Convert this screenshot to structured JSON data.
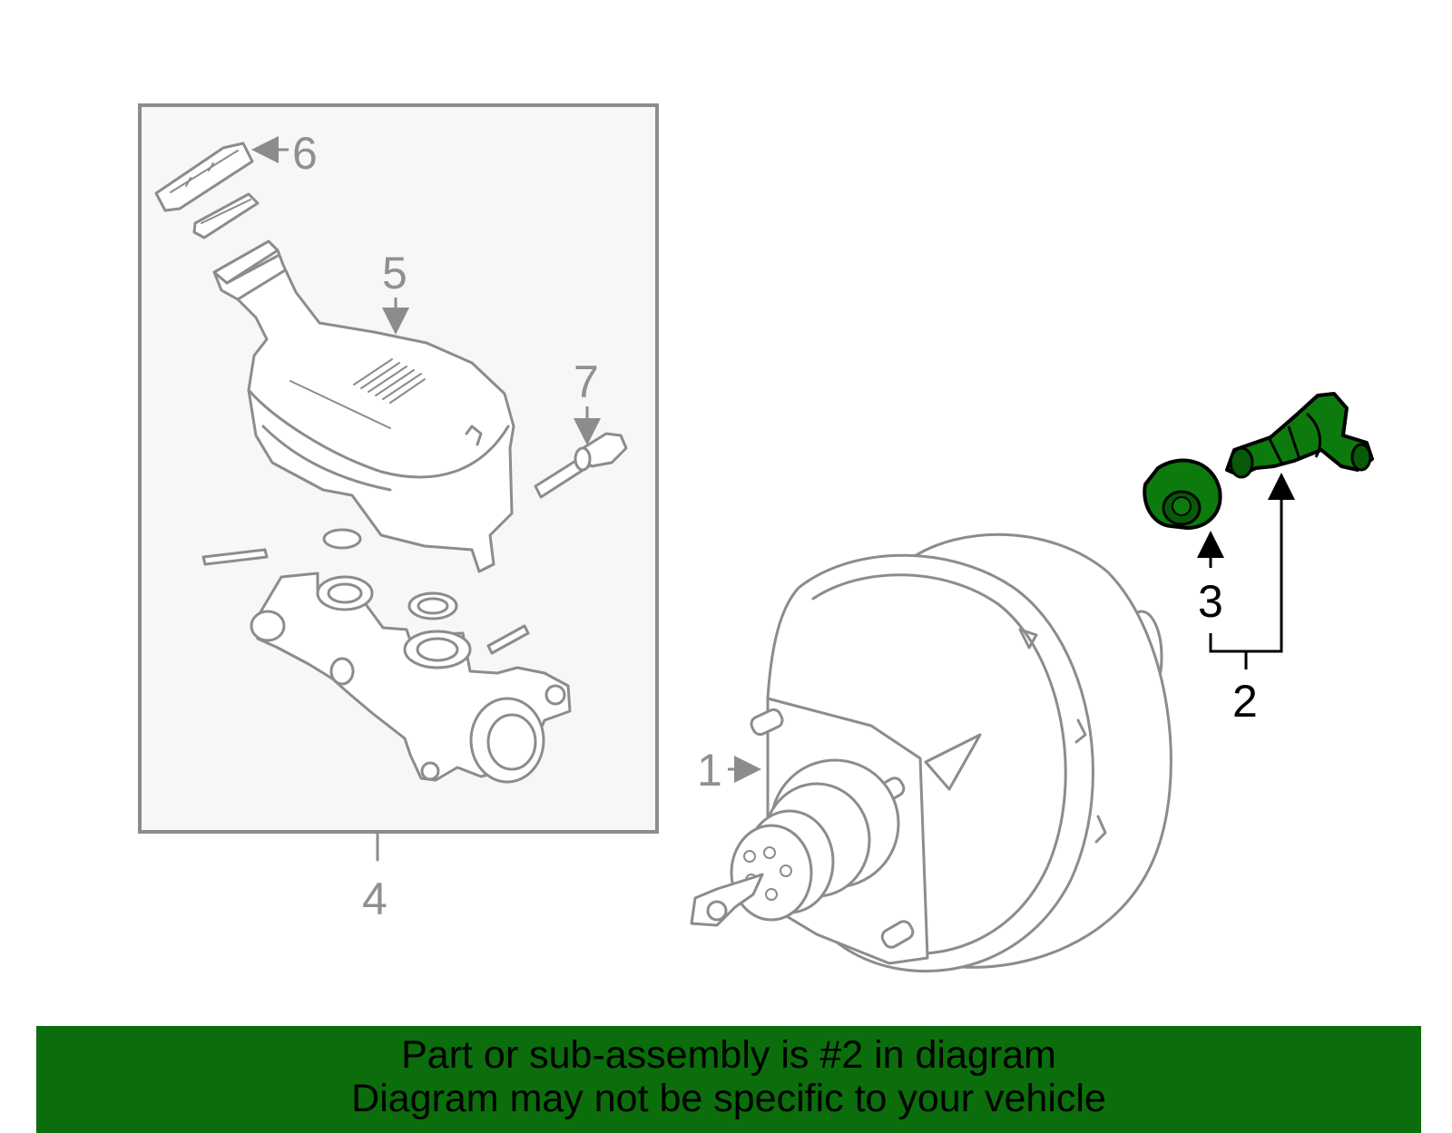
{
  "callouts": {
    "c1": "1",
    "c2": "2",
    "c3": "3",
    "c4": "4",
    "c5": "5",
    "c6": "6",
    "c7": "7"
  },
  "footer": {
    "line1": "Part or sub-assembly is #2 in diagram",
    "line2": "Diagram may not be specific to your vehicle"
  },
  "colors": {
    "highlight": "#0d7a0d",
    "banner": "#0b6d0b",
    "outline": "#8c8c8c"
  }
}
